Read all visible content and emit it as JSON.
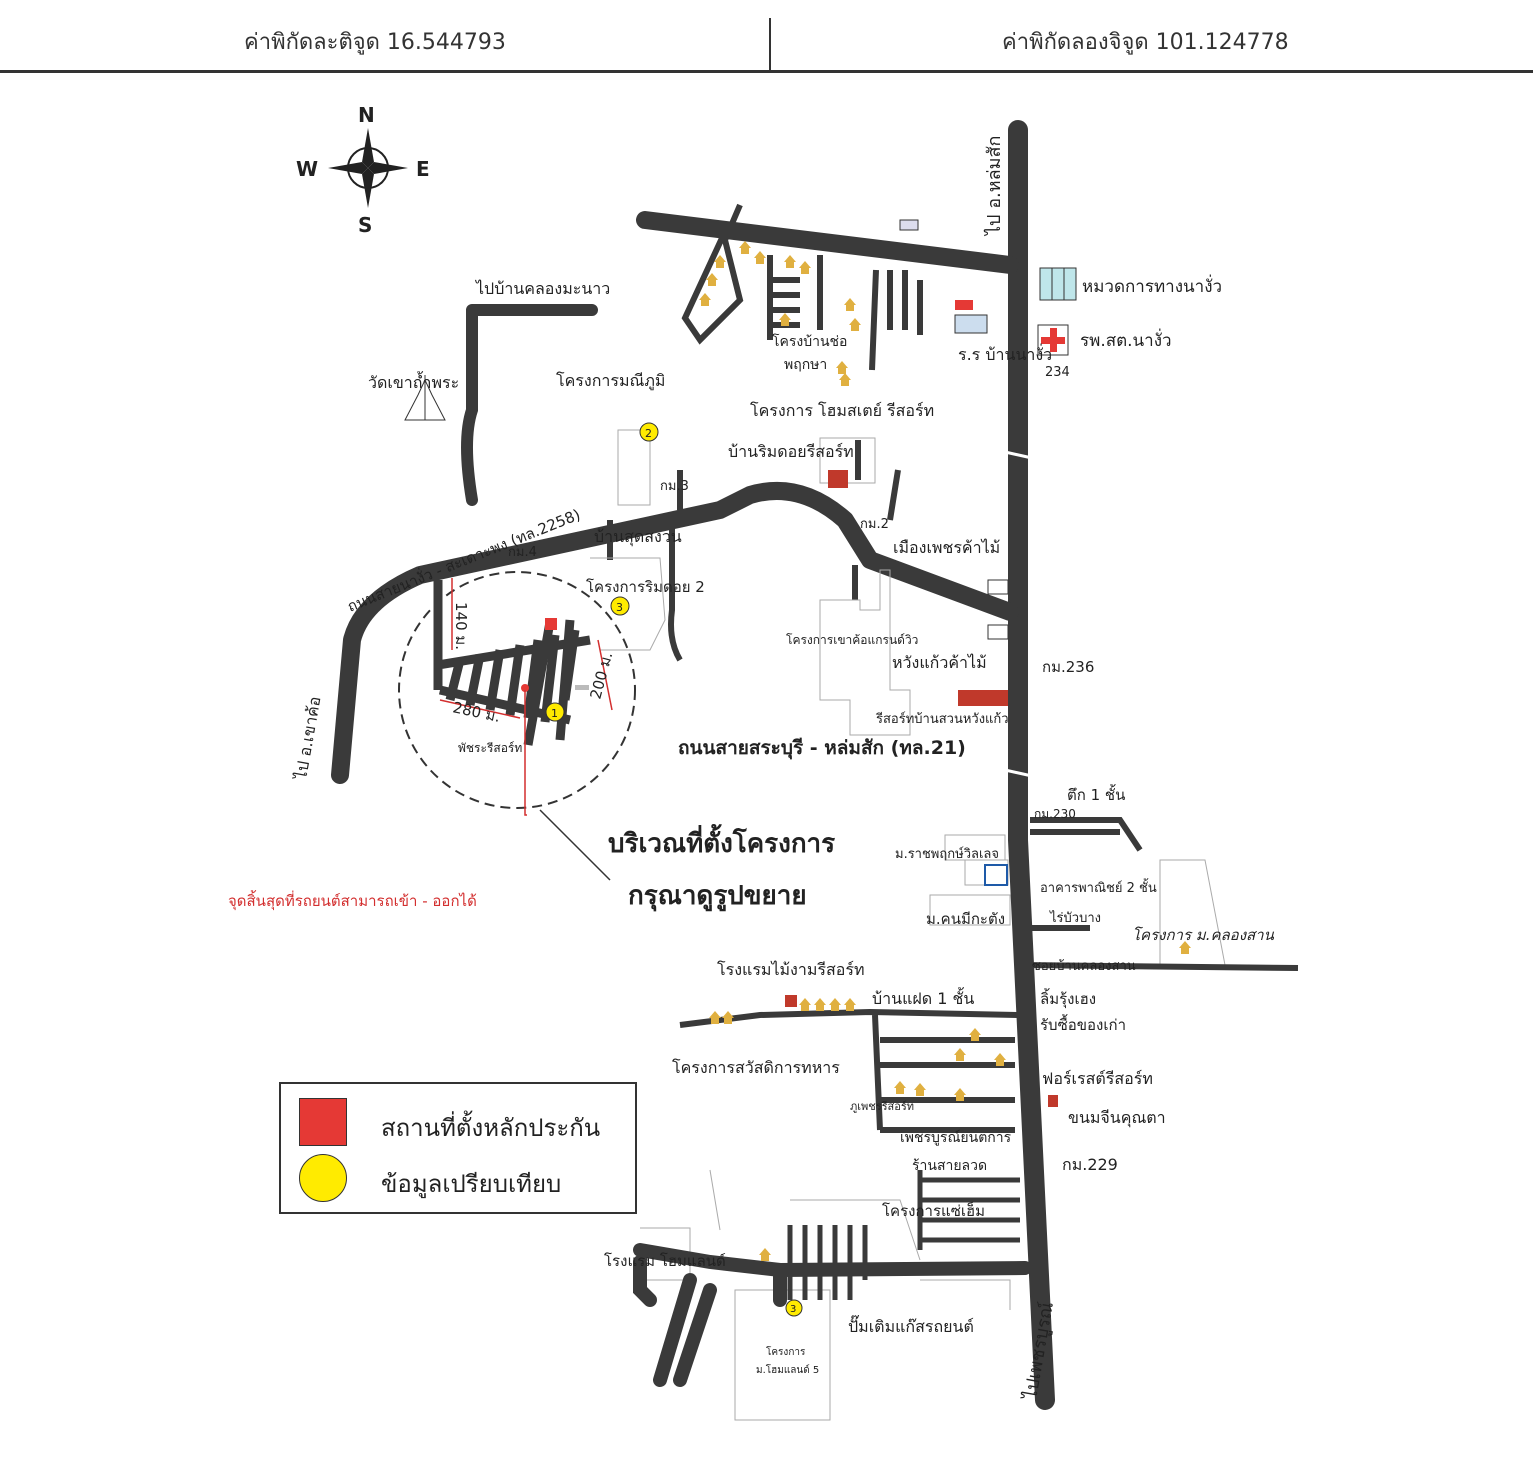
{
  "header": {
    "latitude": "ค่าพิกัดละติจูด 16.544793",
    "longitude": "ค่าพิกัดลองจิจูด 101.124778"
  },
  "compass": {
    "n": "N",
    "s": "S",
    "e": "E",
    "w": "W"
  },
  "labels": {
    "to_lomsak": "ไป อ.หล่มสัก",
    "highway_dept": "หมวดการทางนางั่ว",
    "hospital": "รพ.สต.นางั่ว",
    "school": "ร.ร บ้านนางั่ว",
    "km234": "234",
    "to_khlong_manao": "ไปบ้านคลองมะนาว",
    "wat": "วัดเขาถ้ำพระ",
    "project_manee": "โครงการมณีภูมิ",
    "project_homestay": "โครงการ โฮมสเตย์ รีสอร์ท",
    "ban_rim_doi": "บ้านริมดอยรีสอร์ท",
    "proj_ban_chor": "โครงบ้านช่อ",
    "pruksa": "พฤกษา",
    "km3": "กม.3",
    "km2": "กม.2",
    "ban_sut": "บ้านสุดสงวน",
    "km4": "กม.4",
    "road_2258": "ถนนสายนางั่ว - สะเดาะพง (ทล.2258)",
    "proj_rimdoi2": "โครงการริมดอย 2",
    "mueang_phet": "เมืองเพชรค้าไม้",
    "khao_kho_grand": "โครงการเขาค้อแกรนด์วิว",
    "wang_kaeo": "หวังแก้วค้าไม้",
    "km236": "กม.236",
    "resort_suan": "รีสอร์ทบ้านสวนหวังแก้ว",
    "road_21": "ถนนสายสระบุรี - หล่มสัก (ทล.21)",
    "to_khao_kho": "ไป อ.เขาค้อ",
    "dim_140": "140 ม.",
    "dim_200": "200 ม.",
    "dim_280": "280 ม.",
    "phatchara": "พัชระรีสอร์ท",
    "area_title": "บริเวณที่ตั้งโครงการ",
    "area_sub": "กรุณาดูรูปขยาย",
    "end_point": "จุดสิ้นสุดที่รถยนต์สามารถเข้า - ออกได้",
    "tuk_1": "ตึก 1 ชั้น",
    "km230": "กม.230",
    "ratchaphruek": "ม.ราชพฤกษ์วิลเลจ",
    "shophouse": "อาคารพาณิชย์ 2 ชั้น",
    "mo_khonmika": "ม.คนมีกะตัง",
    "rai_buabang": "ไร่บัวบาง",
    "proj_khlong_san": "โครงการ ม.คลองสาน",
    "ban_khlong_san": "ซอยบ้านคลองสาน",
    "hotel_mai_ngam": "โรงแรมไม้งามรีสอร์ท",
    "ban_faet": "บ้านแฝด 1 ชั้น",
    "lim_rung": "ลิ้มรุ้งเฮง",
    "rab_sue": "รับซื้อของเก่า",
    "proj_sawatdikan": "โครงการสวัสดิการทหาร",
    "forest_resort": "ฟอร์เรสต์รีสอร์ท",
    "phu_phet": "ภูเพชรรีสอร์ท",
    "khanom_chin": "ขนมจีนคุณตา",
    "phet_boon": "เพชรบูรณ์ยนตการ",
    "ran_sai_luat": "ร้านสายลวด",
    "km229": "กม.229",
    "proj_sae_em": "โครงการแซ่เฮ็ม",
    "hotel_homeland": "โรงแรม โฮมแลนด์",
    "proj_homeland5_a": "โครงการ",
    "proj_homeland5_b": "ม.โฮมแลนด์ 5",
    "gas_station": "ปั๊มเติมแก๊สรถยนต์",
    "to_phetchabun": "ไปเพชรบูรณ์",
    "m1": "1",
    "m2": "2",
    "m3": "3",
    "m3b": "3"
  },
  "legend": {
    "collateral": "สถานที่ตั้งหลักประกัน",
    "comparable": "ข้อมูลเปรียบเทียบ"
  },
  "colors": {
    "road": "#3a3a3a",
    "collateral": "#e53935",
    "comparable": "#ffeb00",
    "annotation": "#d32f2f",
    "house": "#e0b040"
  }
}
